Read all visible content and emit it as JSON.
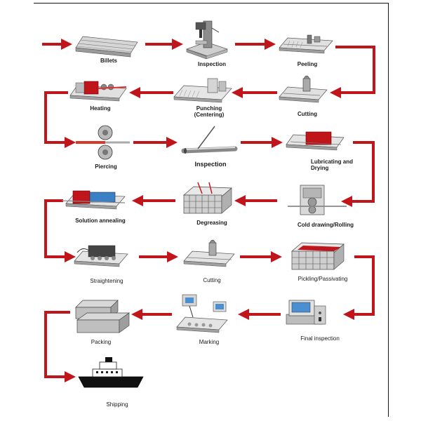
{
  "diagram": {
    "title": "",
    "arrow_color": "#c0151b",
    "steps": [
      {
        "id": "billets",
        "label": "Billets"
      },
      {
        "id": "inspection-1",
        "label": "Inspection"
      },
      {
        "id": "peeling",
        "label": "Peeling"
      },
      {
        "id": "cutting-1",
        "label": "Cutting"
      },
      {
        "id": "punching",
        "label": "Punching",
        "sublabel": "(Centering)"
      },
      {
        "id": "heating",
        "label": "Heating"
      },
      {
        "id": "piercing",
        "label": "Piercing"
      },
      {
        "id": "inspection-2",
        "label": "Inspection"
      },
      {
        "id": "lubricating",
        "label": "Lubricating and",
        "sublabel": "Drying"
      },
      {
        "id": "cold-drawing",
        "label": "Cold drawing/Rolling"
      },
      {
        "id": "degreasing",
        "label": "Degreasing"
      },
      {
        "id": "solution-annealing",
        "label": "Solution annealing"
      },
      {
        "id": "straightening",
        "label": "Straightening"
      },
      {
        "id": "cutting-2",
        "label": "Cutting"
      },
      {
        "id": "pickling",
        "label": "Pickling/Passivating"
      },
      {
        "id": "final-inspection",
        "label": "Final inspection"
      },
      {
        "id": "marking",
        "label": "Marking"
      },
      {
        "id": "packing",
        "label": "Packing"
      },
      {
        "id": "shipping",
        "label": "Shipping"
      }
    ]
  }
}
